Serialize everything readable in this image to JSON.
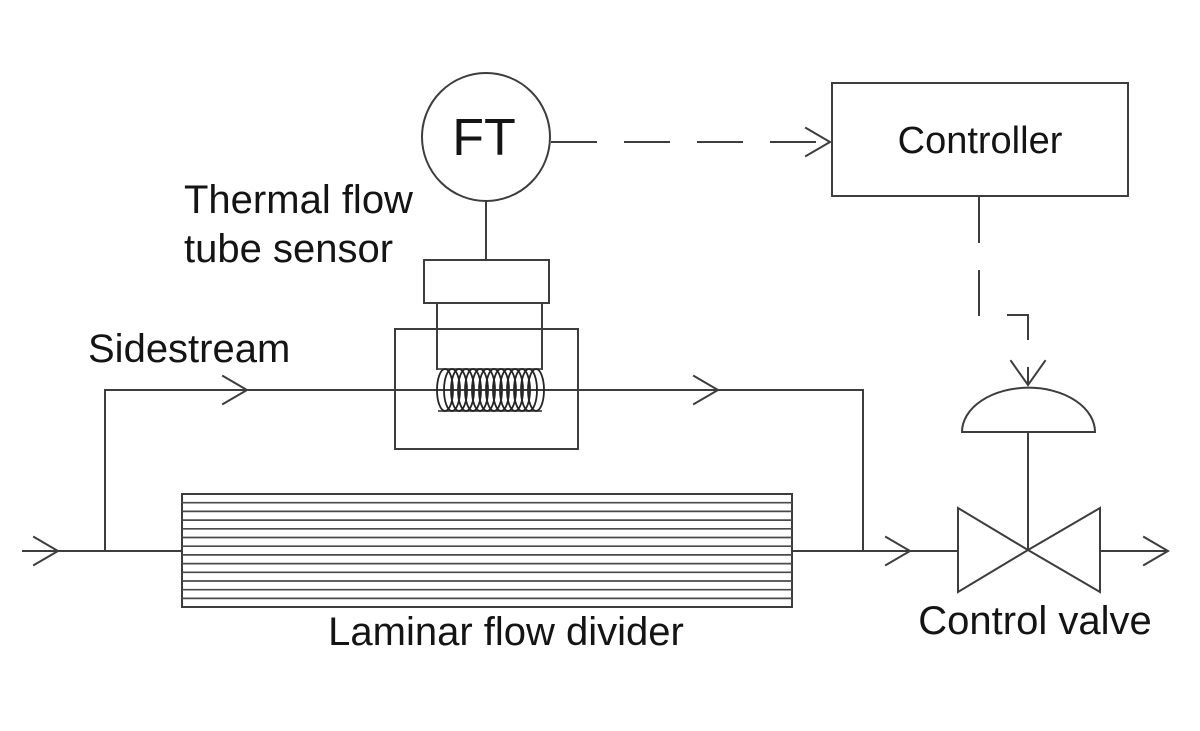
{
  "diagram": {
    "labels": {
      "ft": "FT",
      "thermal_line1": "Thermal flow",
      "thermal_line2": "tube sensor",
      "sidestream": "Sidestream",
      "controller": "Controller",
      "laminar": "Laminar flow divider",
      "control_valve": "Control valve"
    },
    "colors": {
      "line": "#3d3d3d",
      "text": "#141414",
      "background": "#ffffff"
    }
  }
}
